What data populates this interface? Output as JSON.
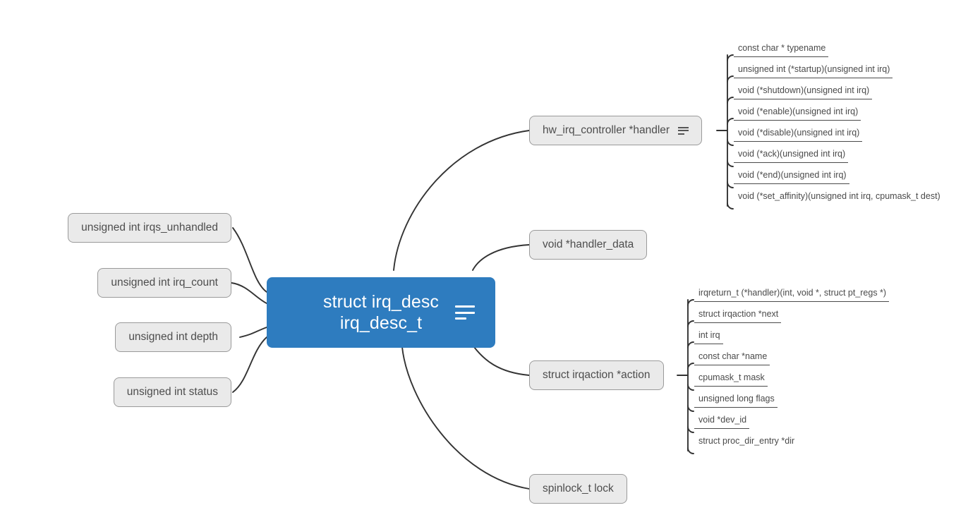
{
  "diagram": {
    "type": "mind-map",
    "title": "struct irq_desc irq_desc_t",
    "background": "#ffffff",
    "colors": {
      "root_fill": "#2E7CBF",
      "root_text": "#ffffff",
      "branch_fill": "#EAEAEA",
      "branch_border": "#9A9A9A",
      "branch_text": "#4D4D4D",
      "leaf_text": "#4A4A4A",
      "edge": "#333333"
    }
  },
  "root": {
    "label": "struct irq_desc\nirq_desc_t",
    "line1": "struct irq_desc",
    "line2": "irq_desc_t",
    "icon": "hamburger-icon"
  },
  "left_branches": [
    {
      "label": "unsigned int irqs_unhandled"
    },
    {
      "label": "unsigned int irq_count"
    },
    {
      "label": "unsigned int depth"
    },
    {
      "label": "unsigned int status"
    }
  ],
  "right_branches": [
    {
      "label": "hw_irq_controller *handler",
      "icon": "hamburger-icon",
      "children": [
        {
          "label": "const char * typename"
        },
        {
          "label": "unsigned int (*startup)(unsigned int irq)"
        },
        {
          "label": "void (*shutdown)(unsigned int irq)"
        },
        {
          "label": "void (*enable)(unsigned int irq)"
        },
        {
          "label": "void (*disable)(unsigned int irq)"
        },
        {
          "label": "void (*ack)(unsigned int irq)"
        },
        {
          "label": "void (*end)(unsigned int irq)"
        },
        {
          "label": "void (*set_affinity)(unsigned int irq, cpumask_t dest)"
        }
      ]
    },
    {
      "label": "void *handler_data",
      "icon": null,
      "children": []
    },
    {
      "label": "struct irqaction *action",
      "icon": null,
      "children": [
        {
          "label": "irqreturn_t (*handler)(int, void *, struct pt_regs *)"
        },
        {
          "label": "struct irqaction *next"
        },
        {
          "label": "int irq"
        },
        {
          "label": "const char *name"
        },
        {
          "label": "cpumask_t mask"
        },
        {
          "label": "unsigned long flags"
        },
        {
          "label": "void *dev_id"
        },
        {
          "label": "struct proc_dir_entry *dir"
        }
      ]
    },
    {
      "label": "spinlock_t lock",
      "icon": null,
      "children": []
    }
  ]
}
